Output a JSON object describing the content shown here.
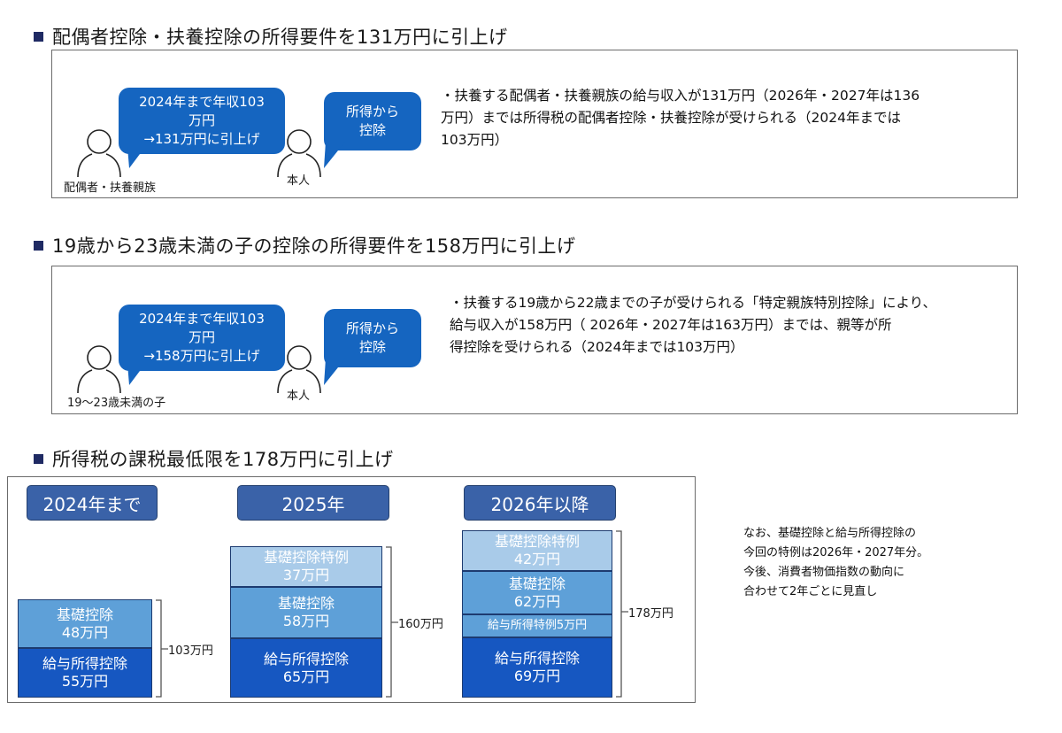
{
  "sections": [
    {
      "heading": "配偶者控除・扶養控除の所得要件を131万円に引上げ",
      "bubble_left": [
        "2024年まで年収103",
        "万円",
        "→131万円に引上げ"
      ],
      "bubble_right": [
        "所得から",
        "控除"
      ],
      "label_left": "配偶者・扶養親族",
      "label_right": "本人",
      "description": [
        "・扶養する配偶者・扶養親族の給与収入が131万円（2026年・2027年は136",
        "万円）までは所得税の配偶者控除・扶養控除が受けられる（2024年までは",
        "103万円）"
      ]
    },
    {
      "heading": "19歳から23歳未満の子の控除の所得要件を158万円に引上げ",
      "bubble_left": [
        "2024年まで年収103",
        "万円",
        "→158万円に引上げ"
      ],
      "bubble_right": [
        "所得から",
        "控除"
      ],
      "label_left": "19～23歳未満の子",
      "label_right": "本人",
      "description": [
        "・扶養する19歳から22歳までの子が受けられる「特定親族特別控除」により、",
        "給与収入が158万円（ 2026年・2027年は163万円）までは、親等が所",
        "得控除を受けられる（2024年までは103万円）"
      ]
    },
    {
      "heading": "所得税の課税最低限を178万円に引上げ"
    }
  ],
  "columns": [
    {
      "year": "2024年まで",
      "total": "103万円",
      "segments": [
        {
          "name": "基礎控除",
          "amount": "48万円",
          "value": 48,
          "style": "mid"
        },
        {
          "name": "給与所得控除",
          "amount": "55万円",
          "value": 55,
          "style": "dark"
        }
      ]
    },
    {
      "year": "2025年",
      "total": "160万円",
      "segments": [
        {
          "name": "基礎控除特例",
          "amount": "37万円",
          "value": 37,
          "style": "light"
        },
        {
          "name": "基礎控除",
          "amount": "58万円",
          "value": 58,
          "style": "mid"
        },
        {
          "name": "給与所得控除",
          "amount": "65万円",
          "value": 65,
          "style": "dark"
        }
      ]
    },
    {
      "year": "2026年以降",
      "total": "178万円",
      "segments": [
        {
          "name": "基礎控除特例",
          "amount": "42万円",
          "value": 42,
          "style": "light"
        },
        {
          "name": "基礎控除",
          "amount": "62万円",
          "value": 62,
          "style": "mid"
        },
        {
          "name": "給与所得特例5万円",
          "amount": "",
          "value": 5,
          "style": "thin"
        },
        {
          "name": "給与所得控除",
          "amount": "69万円",
          "value": 69,
          "style": "dark"
        }
      ]
    }
  ],
  "note": [
    "なお、基礎控除と給与所得控除の",
    "今回の特例は2026年・2027年分。",
    "今後、消費者物価指数の動向に",
    "合わせて2年ごとに見直し"
  ]
}
